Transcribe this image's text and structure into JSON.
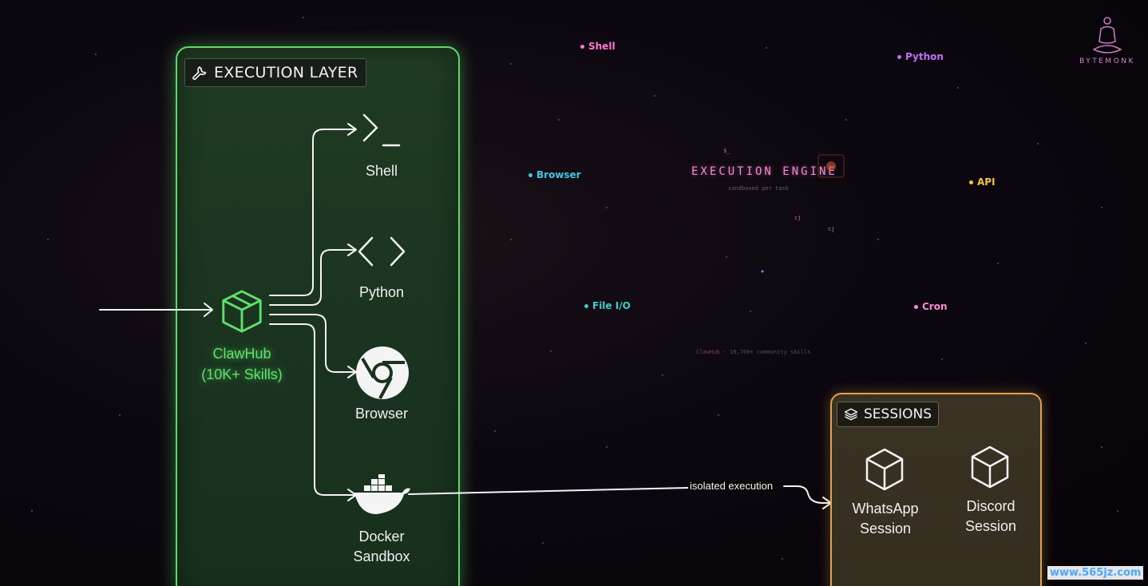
{
  "execution_layer": {
    "title": "EXECUTION LAYER",
    "hub": {
      "name": "ClawHub",
      "subtitle": "(10K+ Skills)"
    },
    "tools": [
      {
        "label": "Shell"
      },
      {
        "label": "Python"
      },
      {
        "label": "Browser"
      },
      {
        "label_line1": "Docker",
        "label_line2": "Sandbox"
      }
    ]
  },
  "connector_label": "isolated execution",
  "sessions": {
    "title": "SESSIONS",
    "items": [
      {
        "line1": "WhatsApp",
        "line2": "Session"
      },
      {
        "line1": "Discord",
        "line2": "Session"
      }
    ]
  },
  "engine": {
    "title": "EXECUTION ENGINE",
    "subtitle": "sandboxed per task",
    "footer": "ClawHub · 10,700+ community skills",
    "prompt_glyph": "$_",
    "orbit_glyph": "cj",
    "labels": [
      {
        "text": "Shell",
        "color": "#ff7ad0"
      },
      {
        "text": "Python",
        "color": "#c070ff"
      },
      {
        "text": "Browser",
        "color": "#3fc6e8"
      },
      {
        "text": "API",
        "color": "#f5c542"
      },
      {
        "text": "File I/O",
        "color": "#3fd0c8"
      },
      {
        "text": "Cron",
        "color": "#ff8ad8"
      }
    ]
  },
  "brand": {
    "name": "BYTEMONK"
  },
  "watermark": "www.565jz.com",
  "colors": {
    "green": "#5fe06a",
    "amber": "#e0a24c",
    "pink": "#f08bd0"
  }
}
